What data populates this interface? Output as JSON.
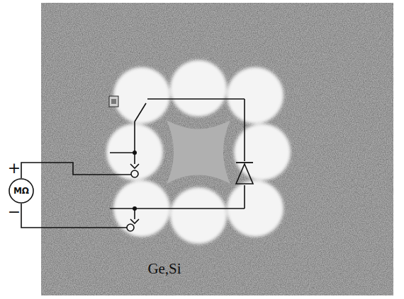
{
  "diagram": {
    "nodes": [
      {
        "text": [
          "MΩ"
        ]
      }
    ],
    "labels": [
      "+",
      "−",
      "Ge,Si"
    ]
  }
}
